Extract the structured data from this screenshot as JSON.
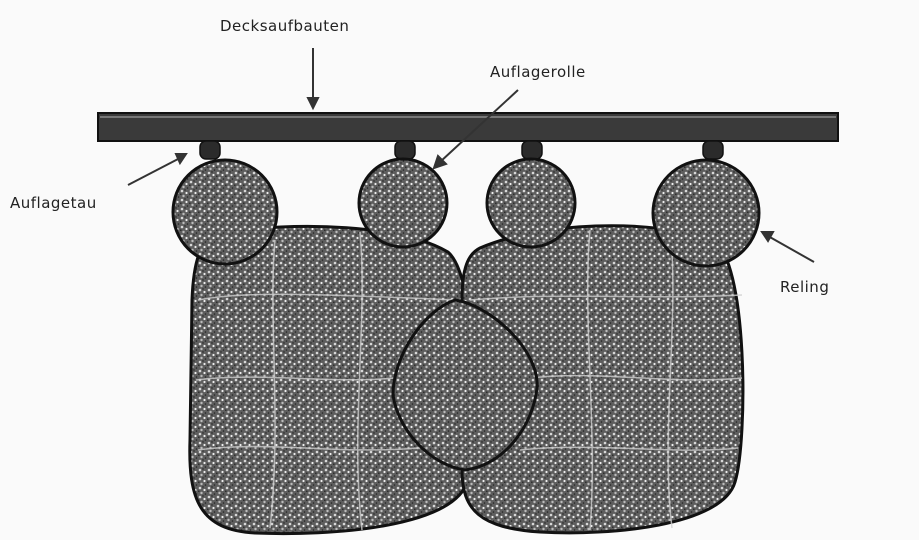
{
  "labels": {
    "deck": "Decksaufbauten",
    "support_roll": "Auflagerolle",
    "support_rope": "Auflagetau",
    "fender_roll": "Reling"
  },
  "colors": {
    "bale_fill": "#6a6a6a",
    "outline": "#1a1a1a",
    "beam": "#3a3a3a"
  }
}
